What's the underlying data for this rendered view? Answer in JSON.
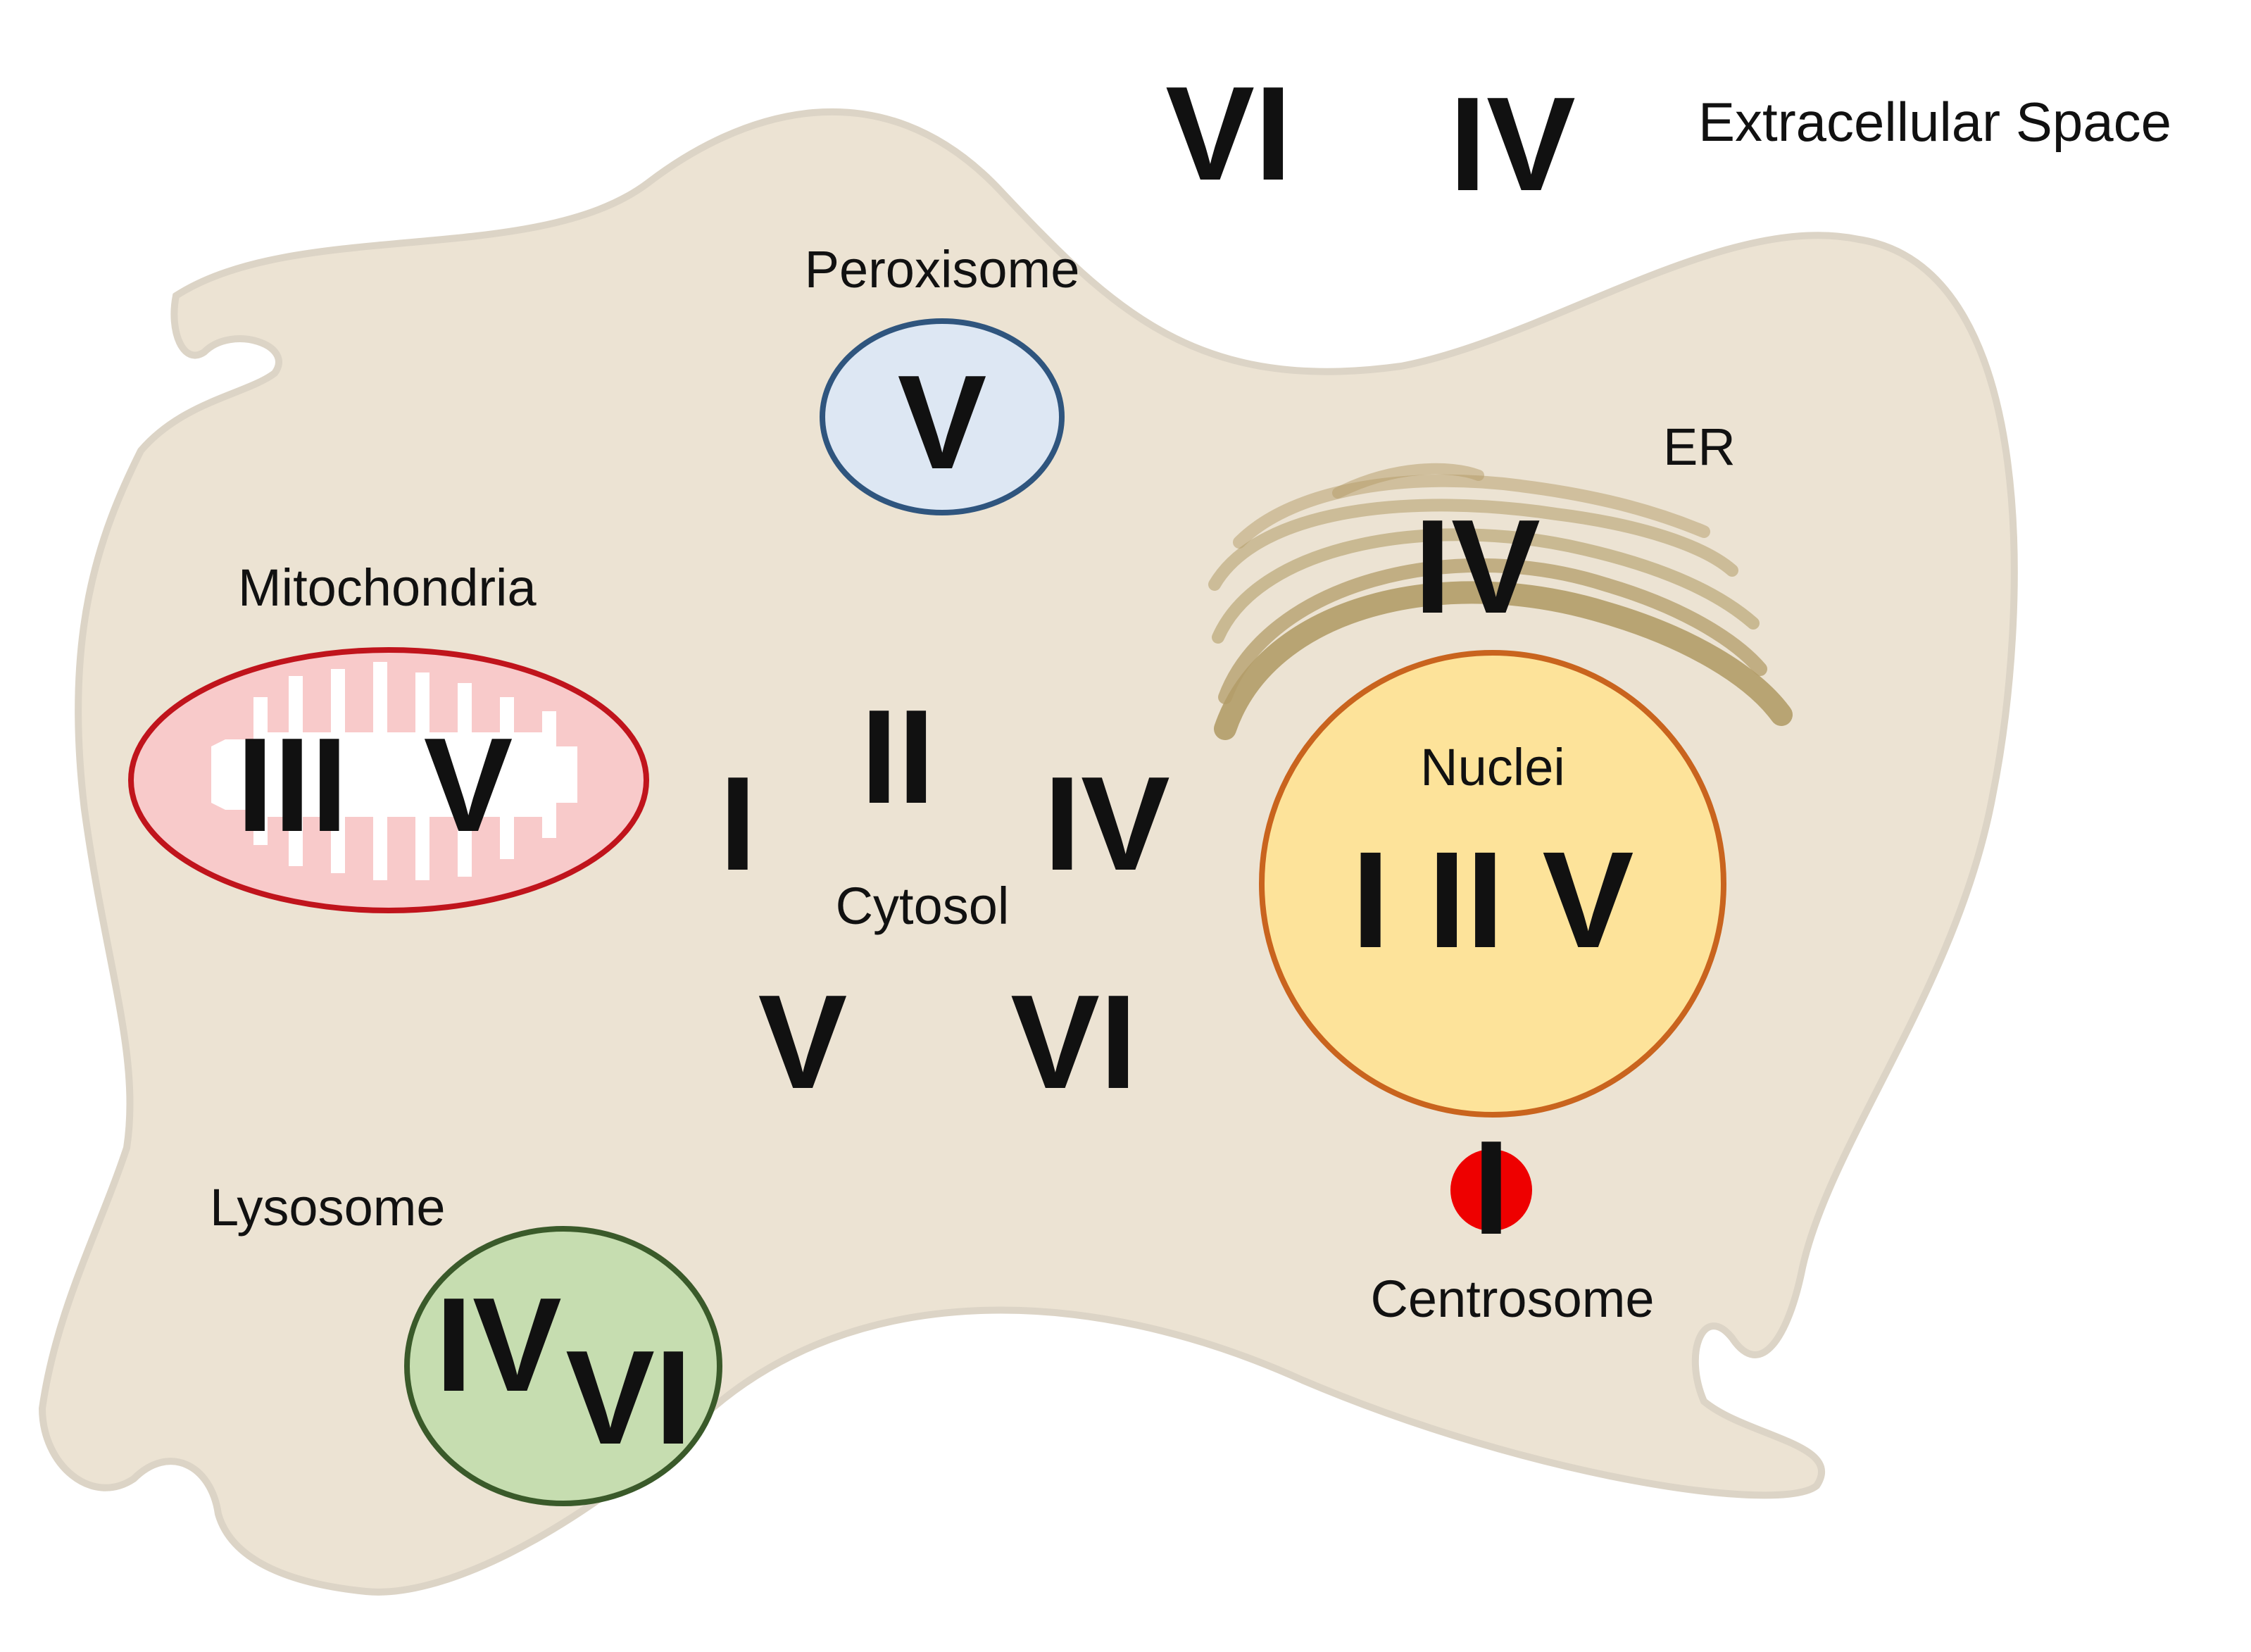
{
  "labels": {
    "extracellular": "Extracellular Space",
    "peroxisome": "Peroxisome",
    "er": "ER",
    "mitochondria": "Mitochondria",
    "cytosol": "Cytosol",
    "nuclei": "Nuclei",
    "lysosome": "Lysosome",
    "centrosome": "Centrosome"
  },
  "numerals": {
    "extracellular_1": "VI",
    "extracellular_2": "IV",
    "peroxisome": "V",
    "er": "IV",
    "mitochondria_1": "III",
    "mitochondria_2": "V",
    "cytosol_1": "I",
    "cytosol_2": "II",
    "cytosol_3": "IV",
    "cytosol_4": "V",
    "cytosol_5": "VI",
    "nuclei": "I II V",
    "lysosome_1": "IV",
    "lysosome_2": "VI",
    "centrosome": "I"
  },
  "colors": {
    "cell_fill": "#ece3d3",
    "cell_stroke": "#dcd4c6",
    "peroxisome_fill": "#dde7f3",
    "peroxisome_stroke": "#2f557e",
    "mitochondria_fill": "#f8caca",
    "mitochondria_stroke": "#c0141c",
    "nucleus_fill": "#fde39a",
    "nucleus_stroke": "#c9641e",
    "lysosome_fill": "#c6ddb0",
    "lysosome_stroke": "#3a5a2a",
    "er_stroke": "#b39c68",
    "centrosome_fill": "#ee0000"
  }
}
